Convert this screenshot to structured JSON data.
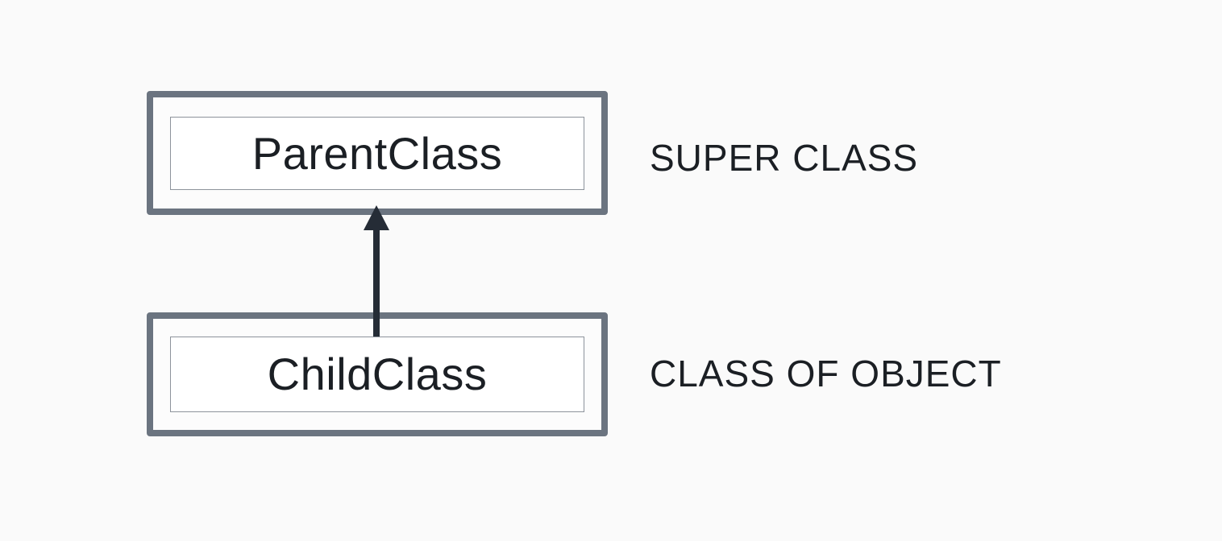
{
  "diagram": {
    "parent": {
      "name": "ParentClass",
      "role": "SUPER CLASS"
    },
    "child": {
      "name": "ChildClass",
      "role": "CLASS OF OBJECT"
    },
    "relationship": {
      "type": "inheritance",
      "from": "ChildClass",
      "to": "ParentClass"
    }
  },
  "colors": {
    "background": "#fafafa",
    "box_border": "#6b7480",
    "inner_border": "#8d939b",
    "text": "#1b1f24",
    "arrow": "#252c36"
  }
}
